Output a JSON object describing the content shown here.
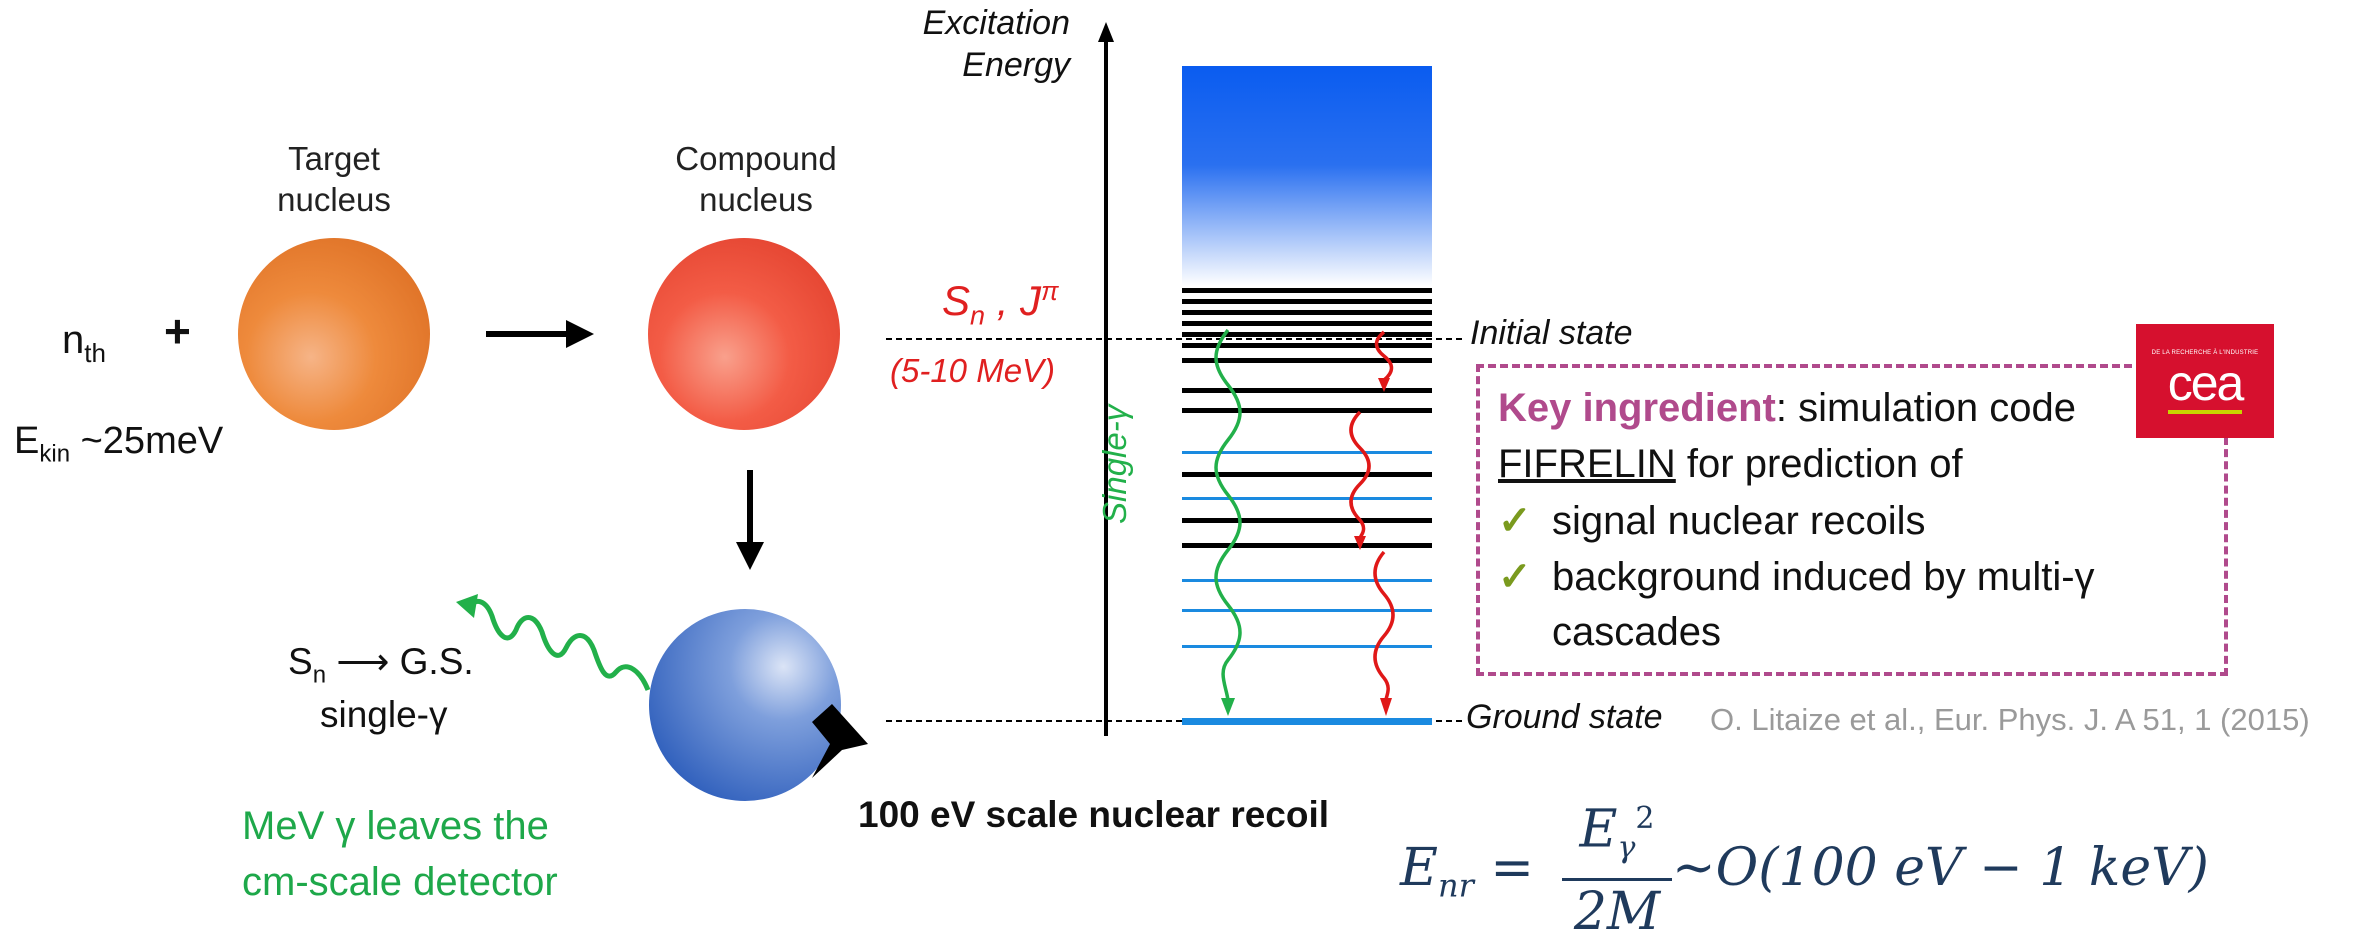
{
  "reaction": {
    "n_th": "n",
    "n_th_sub": "th",
    "plus": "+",
    "ekin_main": "E",
    "ekin_sub": "kin",
    "ekin_value": " ~25meV",
    "target_label_line1": "Target",
    "target_label_line2": "nucleus",
    "compound_label_line1": "Compound",
    "compound_label_line2": "nucleus",
    "sn_gs_S": "S",
    "sn_gs_sub": "n",
    "sn_gs_rest": " ⟶ G.S.",
    "single_gamma": "single-γ",
    "mev_gamma_line1": "MeV γ leaves the",
    "mev_gamma_line2": "cm-scale detector",
    "recoil_label": "100 eV scale nuclear recoil"
  },
  "level_scheme": {
    "axis_label_line1": "Excitation",
    "axis_label_line2": "Energy",
    "sn_label": "S",
    "sn_sub": "n",
    "sn_jpi": " , J",
    "sn_pi": "π",
    "sn_range": "(5-10 MeV)",
    "single_gamma_vertical": "Single-γ",
    "initial_state": "Initial state",
    "ground_state": "Ground state",
    "reference": "O. Litaize et al., Eur. Phys. J. A 51, 1 (2015)"
  },
  "key_box": {
    "title": "Key ingredient",
    "title_rest": ": simulation code",
    "code_name": "FIFRELIN",
    "line2_rest": " for prediction of",
    "check": "✓",
    "item1": "signal nuclear recoils",
    "item2_line1": "background induced by multi-γ",
    "item2_line2": "cascades",
    "logo_text": "cea",
    "logo_small": "DE LA RECHERCHE À L'INDUSTRIE"
  },
  "formula": {
    "lhs": "E",
    "lhs_sub": "nr",
    "equals": " = ",
    "num": "E",
    "num_sub": "γ",
    "num_sup": "2",
    "den": "2M",
    "rhs": "~O(100 eV  − 1 keV)"
  },
  "colors": {
    "target_nucleus": "#e8812f",
    "compound_nucleus": "#f0503c",
    "final_nucleus": "#3f6fc4",
    "gamma_green": "#22b04a",
    "cascade_red": "#e01818",
    "level_blue": "#1a8ae0",
    "band_blue": "#0a5cf0",
    "key_box_border": "#b04a8c",
    "check_green": "#7a9a1e",
    "sn_red": "#e02020"
  }
}
